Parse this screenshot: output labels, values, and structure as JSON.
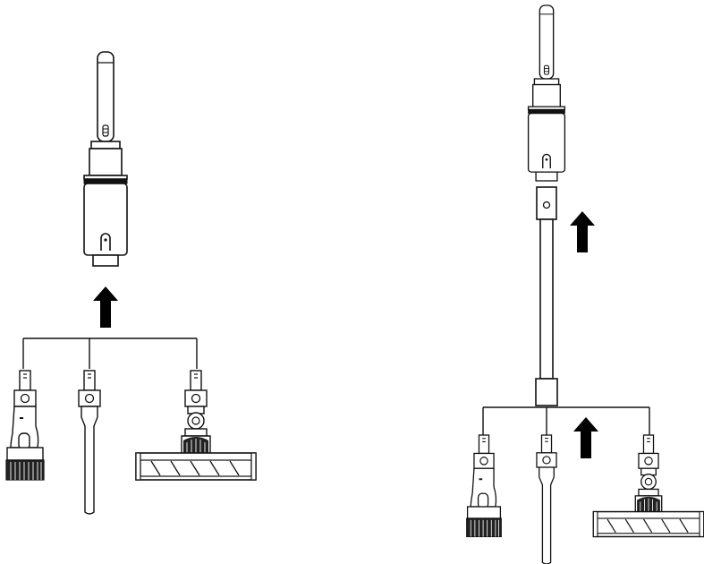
{
  "colors": {
    "line": "#111111",
    "fill": "#ffffff",
    "arrow": "#000000",
    "background": "#ffffff"
  },
  "panels": [
    {
      "name": "handheld",
      "unit": "handheld-vacuum",
      "arrow_direction": "up",
      "accessories": [
        "brush-tool",
        "crevice-tool",
        "floor-head"
      ]
    },
    {
      "name": "stick",
      "unit": "handheld-vacuum",
      "extension": "extension-tube",
      "arrow_direction": "up",
      "accessories": [
        "brush-tool",
        "crevice-tool",
        "floor-head"
      ]
    }
  ]
}
